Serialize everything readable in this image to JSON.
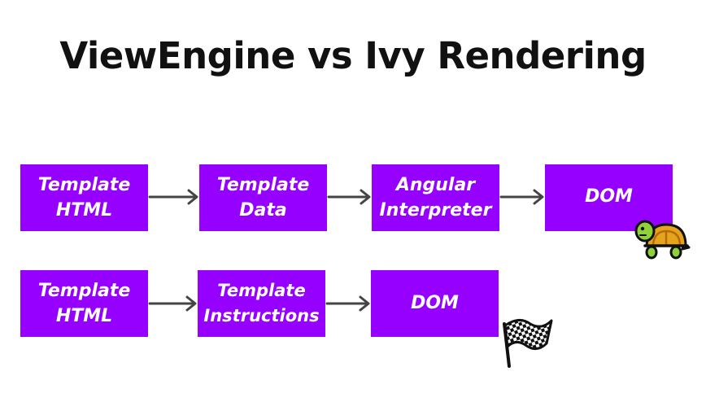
{
  "title": "ViewEngine vs Ivy Rendering",
  "colors": {
    "box": "#9500ff",
    "box_text": "#ffffff",
    "arrow": "#444444",
    "title": "#111111"
  },
  "rows": [
    {
      "boxes": [
        {
          "label": "Template\nHTML"
        },
        {
          "label": "Template\nData"
        },
        {
          "label": "Angular\nInterpreter"
        },
        {
          "label": "DOM"
        }
      ],
      "marker_icon": "turtle-icon"
    },
    {
      "boxes": [
        {
          "label": "Template\nHTML"
        },
        {
          "label": "Template\nInstructions"
        },
        {
          "label": "DOM"
        }
      ],
      "marker_icon": "checkered-flag-icon"
    }
  ]
}
